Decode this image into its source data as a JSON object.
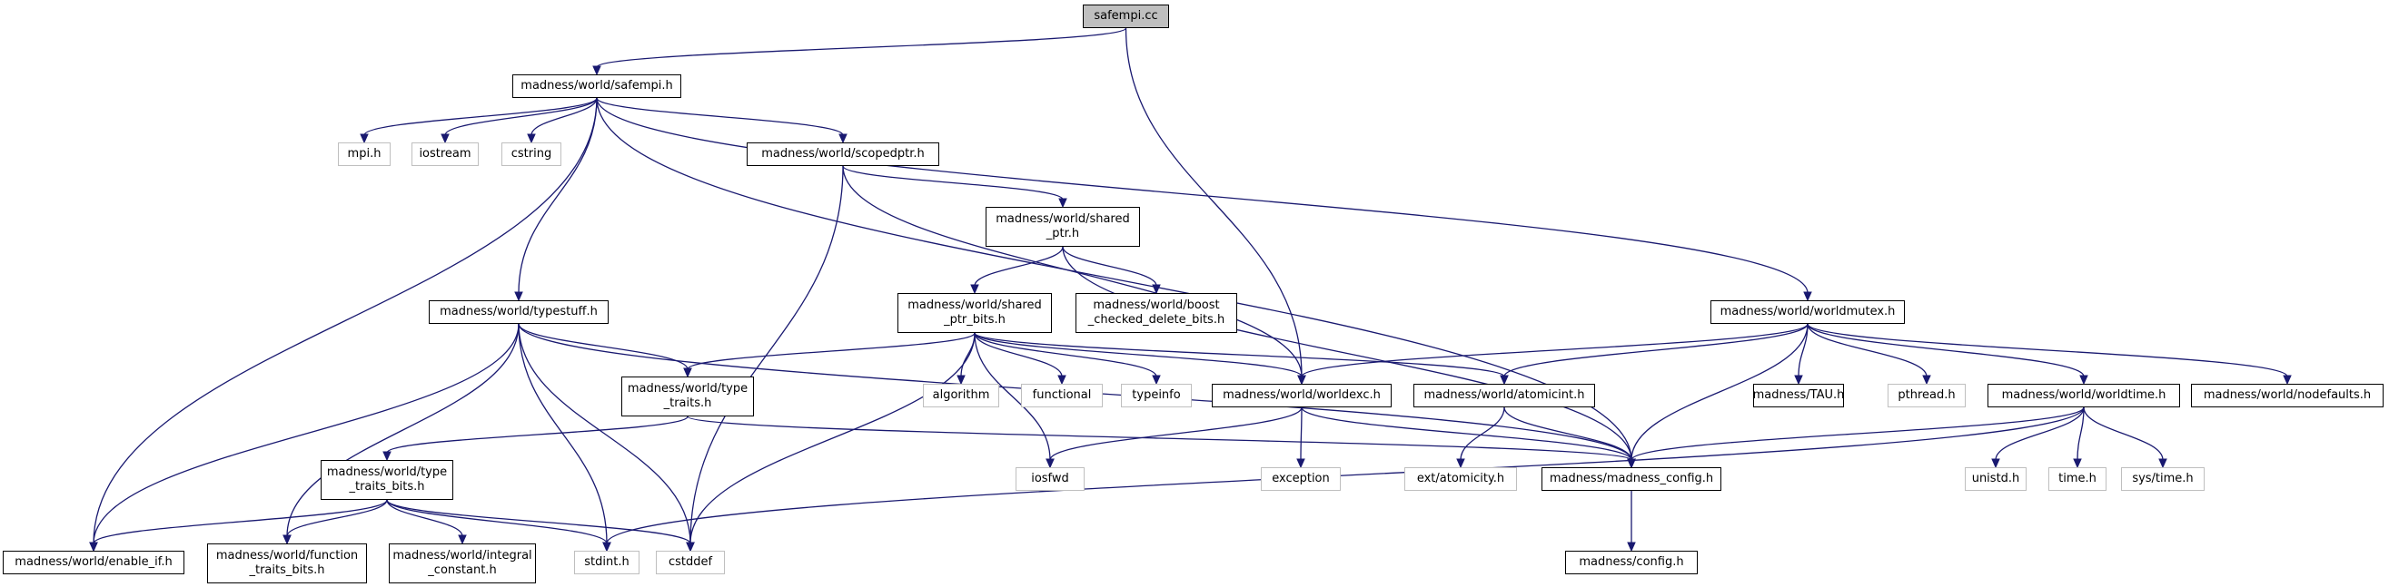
{
  "graph": {
    "nodes": [
      {
        "id": "safempi_cc",
        "label": "safempi.cc",
        "kind": "root"
      },
      {
        "id": "safempi_h",
        "label": "madness/world/safempi.h",
        "kind": "file"
      },
      {
        "id": "mpi_h",
        "label": "mpi.h",
        "kind": "system"
      },
      {
        "id": "iostream",
        "label": "iostream",
        "kind": "system"
      },
      {
        "id": "cstring",
        "label": "cstring",
        "kind": "system"
      },
      {
        "id": "scopedptr",
        "label": "madness/world/scopedptr.h",
        "kind": "file"
      },
      {
        "id": "shared_ptr",
        "label": "madness/world/shared\n_ptr.h",
        "kind": "file"
      },
      {
        "id": "typestuff",
        "label": "madness/world/typestuff.h",
        "kind": "file"
      },
      {
        "id": "shared_ptr_bits",
        "label": "madness/world/shared\n_ptr_bits.h",
        "kind": "file"
      },
      {
        "id": "boost_cdb",
        "label": "madness/world/boost\n_checked_delete_bits.h",
        "kind": "file"
      },
      {
        "id": "worldmutex",
        "label": "madness/world/worldmutex.h",
        "kind": "file"
      },
      {
        "id": "type_traits",
        "label": "madness/world/type\n_traits.h",
        "kind": "file"
      },
      {
        "id": "algorithm",
        "label": "algorithm",
        "kind": "system"
      },
      {
        "id": "functional",
        "label": "functional",
        "kind": "system"
      },
      {
        "id": "typeinfo",
        "label": "typeinfo",
        "kind": "system"
      },
      {
        "id": "worldexc",
        "label": "madness/world/worldexc.h",
        "kind": "file"
      },
      {
        "id": "atomicint",
        "label": "madness/world/atomicint.h",
        "kind": "file"
      },
      {
        "id": "tau",
        "label": "madness/TAU.h",
        "kind": "file"
      },
      {
        "id": "pthread",
        "label": "pthread.h",
        "kind": "system"
      },
      {
        "id": "worldtime",
        "label": "madness/world/worldtime.h",
        "kind": "file"
      },
      {
        "id": "nodefaults",
        "label": "madness/world/nodefaults.h",
        "kind": "file"
      },
      {
        "id": "type_traits_bits",
        "label": "madness/world/type\n_traits_bits.h",
        "kind": "file"
      },
      {
        "id": "iosfwd",
        "label": "iosfwd",
        "kind": "system"
      },
      {
        "id": "exception",
        "label": "exception",
        "kind": "system"
      },
      {
        "id": "ext_atomicity",
        "label": "ext/atomicity.h",
        "kind": "system"
      },
      {
        "id": "madness_config",
        "label": "madness/madness_config.h",
        "kind": "file"
      },
      {
        "id": "unistd",
        "label": "unistd.h",
        "kind": "system"
      },
      {
        "id": "time_h",
        "label": "time.h",
        "kind": "system"
      },
      {
        "id": "sys_time",
        "label": "sys/time.h",
        "kind": "system"
      },
      {
        "id": "enable_if",
        "label": "madness/world/enable_if.h",
        "kind": "file"
      },
      {
        "id": "function_traits_bits",
        "label": "madness/world/function\n_traits_bits.h",
        "kind": "file"
      },
      {
        "id": "integral_constant",
        "label": "madness/world/integral\n_constant.h",
        "kind": "file"
      },
      {
        "id": "stdint",
        "label": "stdint.h",
        "kind": "system"
      },
      {
        "id": "cstddef",
        "label": "cstddef",
        "kind": "system"
      },
      {
        "id": "config_h",
        "label": "madness/config.h",
        "kind": "file"
      }
    ],
    "edges": [
      [
        "safempi_cc",
        "safempi_h"
      ],
      [
        "safempi_cc",
        "worldexc"
      ],
      [
        "safempi_h",
        "mpi_h"
      ],
      [
        "safempi_h",
        "iostream"
      ],
      [
        "safempi_h",
        "cstring"
      ],
      [
        "safempi_h",
        "scopedptr"
      ],
      [
        "safempi_h",
        "typestuff"
      ],
      [
        "safempi_h",
        "worldmutex"
      ],
      [
        "safempi_h",
        "enable_if"
      ],
      [
        "safempi_h",
        "madness_config"
      ],
      [
        "scopedptr",
        "shared_ptr"
      ],
      [
        "scopedptr",
        "worldexc"
      ],
      [
        "scopedptr",
        "cstddef"
      ],
      [
        "shared_ptr",
        "shared_ptr_bits"
      ],
      [
        "shared_ptr",
        "boost_cdb"
      ],
      [
        "shared_ptr",
        "madness_config"
      ],
      [
        "shared_ptr_bits",
        "algorithm"
      ],
      [
        "shared_ptr_bits",
        "functional"
      ],
      [
        "shared_ptr_bits",
        "typeinfo"
      ],
      [
        "shared_ptr_bits",
        "worldexc"
      ],
      [
        "shared_ptr_bits",
        "atomicint"
      ],
      [
        "shared_ptr_bits",
        "type_traits"
      ],
      [
        "shared_ptr_bits",
        "iosfwd"
      ],
      [
        "shared_ptr_bits",
        "cstddef"
      ],
      [
        "typestuff",
        "type_traits"
      ],
      [
        "typestuff",
        "enable_if"
      ],
      [
        "typestuff",
        "function_traits_bits"
      ],
      [
        "typestuff",
        "stdint"
      ],
      [
        "typestuff",
        "cstddef"
      ],
      [
        "typestuff",
        "madness_config"
      ],
      [
        "type_traits",
        "type_traits_bits"
      ],
      [
        "type_traits",
        "madness_config"
      ],
      [
        "type_traits_bits",
        "enable_if"
      ],
      [
        "type_traits_bits",
        "function_traits_bits"
      ],
      [
        "type_traits_bits",
        "integral_constant"
      ],
      [
        "type_traits_bits",
        "stdint"
      ],
      [
        "type_traits_bits",
        "cstddef"
      ],
      [
        "worldmutex",
        "worldexc"
      ],
      [
        "worldmutex",
        "atomicint"
      ],
      [
        "worldmutex",
        "tau"
      ],
      [
        "worldmutex",
        "pthread"
      ],
      [
        "worldmutex",
        "worldtime"
      ],
      [
        "worldmutex",
        "nodefaults"
      ],
      [
        "worldmutex",
        "madness_config"
      ],
      [
        "worldexc",
        "iosfwd"
      ],
      [
        "worldexc",
        "exception"
      ],
      [
        "worldexc",
        "madness_config"
      ],
      [
        "atomicint",
        "ext_atomicity"
      ],
      [
        "atomicint",
        "madness_config"
      ],
      [
        "worldtime",
        "unistd"
      ],
      [
        "worldtime",
        "time_h"
      ],
      [
        "worldtime",
        "sys_time"
      ],
      [
        "worldtime",
        "stdint"
      ],
      [
        "worldtime",
        "madness_config"
      ],
      [
        "madness_config",
        "config_h"
      ]
    ]
  }
}
